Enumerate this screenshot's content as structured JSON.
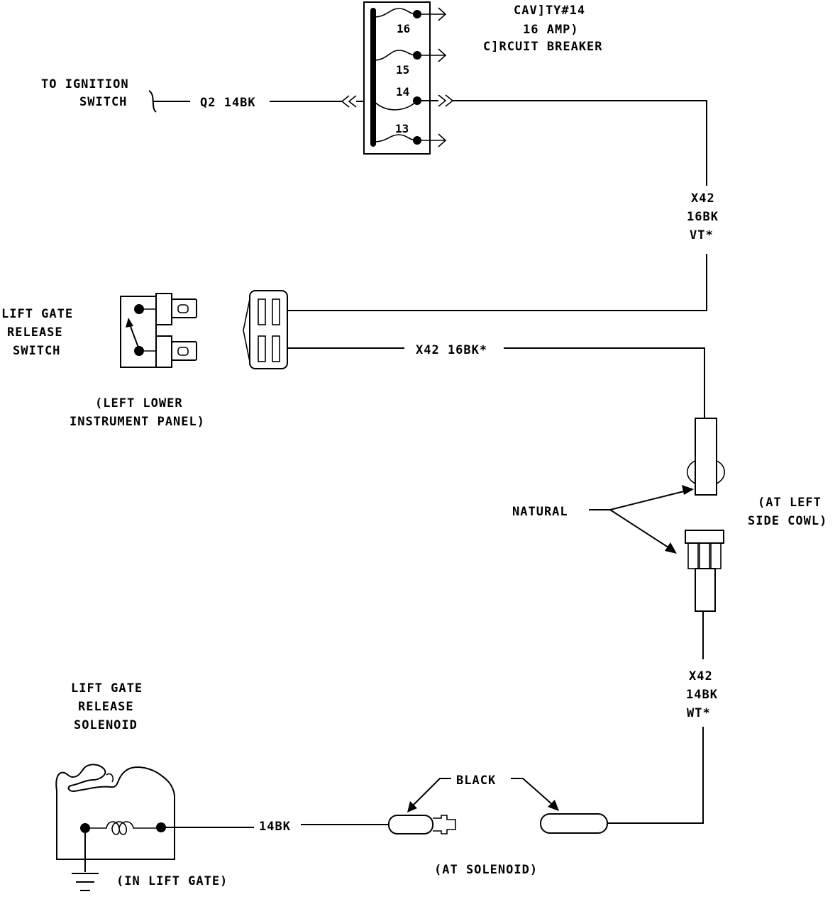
{
  "circuit_breaker": {
    "title_line1": "CAV]TY#14",
    "title_line2": "16 AMP)",
    "title_line3": "C]RCUIT BREAKER",
    "slots": [
      "16",
      "15",
      "14",
      "13"
    ]
  },
  "ignition": {
    "label_line1": "TO IGNITION",
    "label_line2": "SWITCH",
    "wire": "Q2 14BK"
  },
  "wire_x42_vt": {
    "line1": "X42",
    "line2": "16BK",
    "line3": "VT*"
  },
  "lift_gate_switch": {
    "label_line1": "LIFT GATE",
    "label_line2": "RELEASE",
    "label_line3": "SWITCH",
    "location_line1": "(LEFT LOWER",
    "location_line2": "INSTRUMENT PANEL)"
  },
  "wire_x42_16bk": "X42 16BK*",
  "cowl_connector": {
    "color_label": "NATURAL",
    "location_line1": "(AT LEFT",
    "location_line2": "SIDE COWL)"
  },
  "wire_x42_wt": {
    "line1": "X42",
    "line2": "14BK",
    "line3": "WT*"
  },
  "solenoid": {
    "label_line1": "LIFT GATE",
    "label_line2": "RELEASE",
    "label_line3": "SOLENOID",
    "location": "(IN LIFT GATE)",
    "wire": "14BK"
  },
  "solenoid_connector": {
    "color_label": "BLACK",
    "location": "(AT SOLENOID)"
  }
}
